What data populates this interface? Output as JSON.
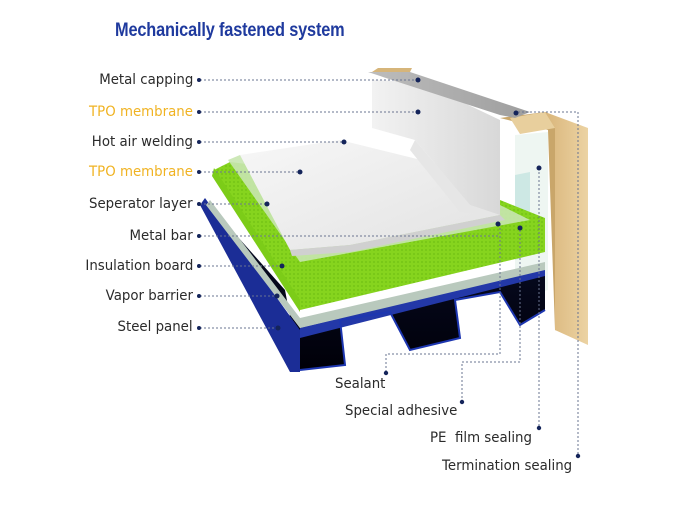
{
  "title": "Mechanically fastened system",
  "colors": {
    "title": "#1f3a9e",
    "label": "#2b2b2b",
    "accent_label": "#f0b323",
    "leader_dot": "#14245a",
    "insulation": "#7ed321",
    "steel_panel": "#1a2a8a",
    "membrane": "#e8e8e8",
    "wall": "#e3c48e"
  },
  "left_labels": [
    {
      "text": "Metal capping",
      "accent": false
    },
    {
      "text": "TPO membrane",
      "accent": true
    },
    {
      "text": "Hot air welding",
      "accent": false
    },
    {
      "text": "TPO membrane",
      "accent": true
    },
    {
      "text": "Seperator layer",
      "accent": false
    },
    {
      "text": "Metal bar",
      "accent": false
    },
    {
      "text": "Insulation board",
      "accent": false
    },
    {
      "text": "Vapor barrier",
      "accent": false
    },
    {
      "text": "Steel panel",
      "accent": false
    }
  ],
  "bottom_labels": [
    {
      "text": "Sealant"
    },
    {
      "text": "Special adhesive"
    },
    {
      "text": "PE  film sealing"
    },
    {
      "text": "Termination sealing"
    }
  ]
}
